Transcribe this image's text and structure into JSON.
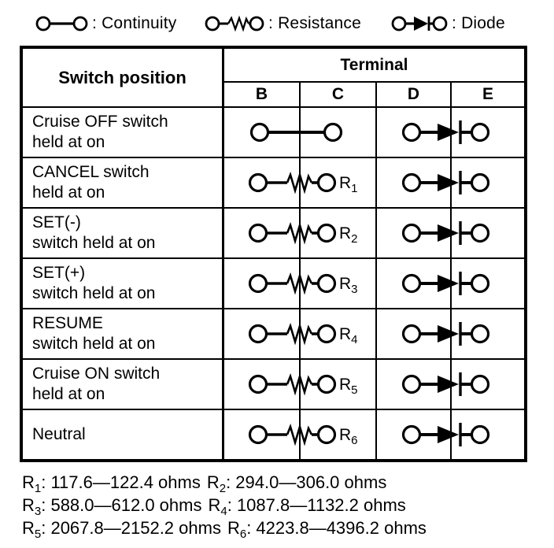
{
  "colors": {
    "ink": "#000000",
    "paper": "#ffffff"
  },
  "legend": {
    "continuity_label": ": Continuity",
    "resistance_label": ": Resistance",
    "diode_label": ": Diode"
  },
  "table": {
    "header": {
      "switch_position": "Switch position",
      "terminal": "Terminal",
      "col_b": "B",
      "col_c": "C",
      "col_d": "D",
      "col_e": "E"
    },
    "rows": [
      {
        "line1": "Cruise OFF switch",
        "line2": "held at on",
        "bc_symbol": "continuity",
        "de_symbol": "diode",
        "r_label": "",
        "r_sub": ""
      },
      {
        "line1": "CANCEL switch",
        "line2": "held at on",
        "bc_symbol": "resistance",
        "de_symbol": "diode",
        "r_label": "R",
        "r_sub": "1"
      },
      {
        "line1": "SET(-)",
        "line2": "switch held at on",
        "bc_symbol": "resistance",
        "de_symbol": "diode",
        "r_label": "R",
        "r_sub": "2"
      },
      {
        "line1": "SET(+)",
        "line2": "switch held at on",
        "bc_symbol": "resistance",
        "de_symbol": "diode",
        "r_label": "R",
        "r_sub": "3"
      },
      {
        "line1": "RESUME",
        "line2": "switch held at on",
        "bc_symbol": "resistance",
        "de_symbol": "diode",
        "r_label": "R",
        "r_sub": "4"
      },
      {
        "line1": "Cruise ON switch",
        "line2": "held at on",
        "bc_symbol": "resistance",
        "de_symbol": "diode",
        "r_label": "R",
        "r_sub": "5"
      },
      {
        "line1": "Neutral",
        "line2": "",
        "bc_symbol": "resistance",
        "de_symbol": "diode",
        "r_label": "R",
        "r_sub": "6"
      }
    ]
  },
  "footnotes": {
    "line1": {
      "a_r": "R",
      "a_sub": "1",
      "a_text": ": 117.6—122.4 ohms",
      "b_r": "R",
      "b_sub": "2",
      "b_text": ": 294.0—306.0 ohms"
    },
    "line2": {
      "a_r": "R",
      "a_sub": "3",
      "a_text": ": 588.0—612.0 ohms",
      "b_r": "R",
      "b_sub": "4",
      "b_text": ": 1087.8—1132.2 ohms"
    },
    "line3": {
      "a_r": "R",
      "a_sub": "5",
      "a_text": ": 2067.8—2152.2 ohms",
      "b_r": "R",
      "b_sub": "6",
      "b_text": ": 4223.8—4396.2 ohms"
    }
  }
}
